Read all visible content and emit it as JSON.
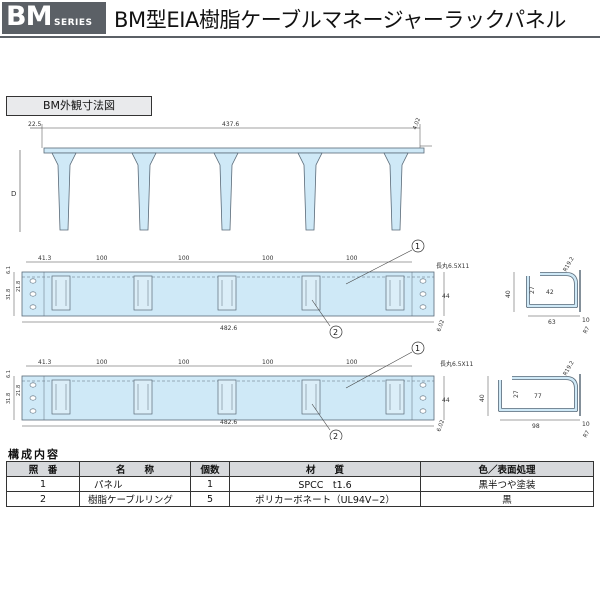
{
  "header": {
    "series_main": "BM",
    "series_sub": "SERIES",
    "title": "BM型EIA樹脂ケーブルマネージャーラックパネル"
  },
  "section": {
    "label": "BM外観寸法図"
  },
  "drawing": {
    "top_view": {
      "dim_left": "22.5",
      "dim_width": "437.6",
      "dim_right": "4.02",
      "dim_depth": "D"
    },
    "front_view_1": {
      "dim_edge": "41.3",
      "dim_pitch": [
        "100",
        "100",
        "100",
        "100"
      ],
      "dim_left_top": "6.1",
      "dim_left_mid": "31.8",
      "dim_left_mid2": "21.8",
      "dim_height": "44",
      "dim_total": "482.6",
      "dim_slot": "長丸6.5X11",
      "dim_thick": "6.02",
      "callout_1": "1",
      "callout_2": "2"
    },
    "front_view_2": {
      "dim_edge": "41.3",
      "dim_pitch": [
        "100",
        "100",
        "100",
        "100"
      ],
      "dim_left_top": "6.1",
      "dim_left_mid": "31.8",
      "dim_left_mid2": "21.8",
      "dim_height": "44",
      "dim_total": "482.6",
      "dim_slot": "長丸6.5X11",
      "dim_thick": "6.02",
      "callout_1": "1",
      "callout_2": "2"
    },
    "side_view_1": {
      "dim_height": "40",
      "dim_r": "R19.2",
      "dim_a": "27",
      "dim_b": "42",
      "dim_width": "63",
      "dim_foot": "10",
      "dim_r2": "R7"
    },
    "side_view_2": {
      "dim_height": "40",
      "dim_r": "R19.2",
      "dim_a": "27",
      "dim_b": "77",
      "dim_width": "98",
      "dim_foot": "10",
      "dim_r2": "R7"
    }
  },
  "composition": {
    "heading": "構成内容",
    "columns": [
      "照　番",
      "名　　称",
      "個数",
      "材　　質",
      "色／表面処理"
    ],
    "rows": [
      {
        "no": "1",
        "name": "パネル",
        "qty": "1",
        "material": "SPCC　t1.6",
        "finish": "黒半つや塗装"
      },
      {
        "no": "2",
        "name": "樹脂ケーブルリング",
        "qty": "5",
        "material": "ポリカーボネート（UL94V−2）",
        "finish": "黒"
      }
    ]
  },
  "colors": {
    "badge": "#5b6066",
    "part_fill": "#cfe9f7",
    "part_stroke": "#5a6a78",
    "table_header": "#d7d9dc"
  }
}
